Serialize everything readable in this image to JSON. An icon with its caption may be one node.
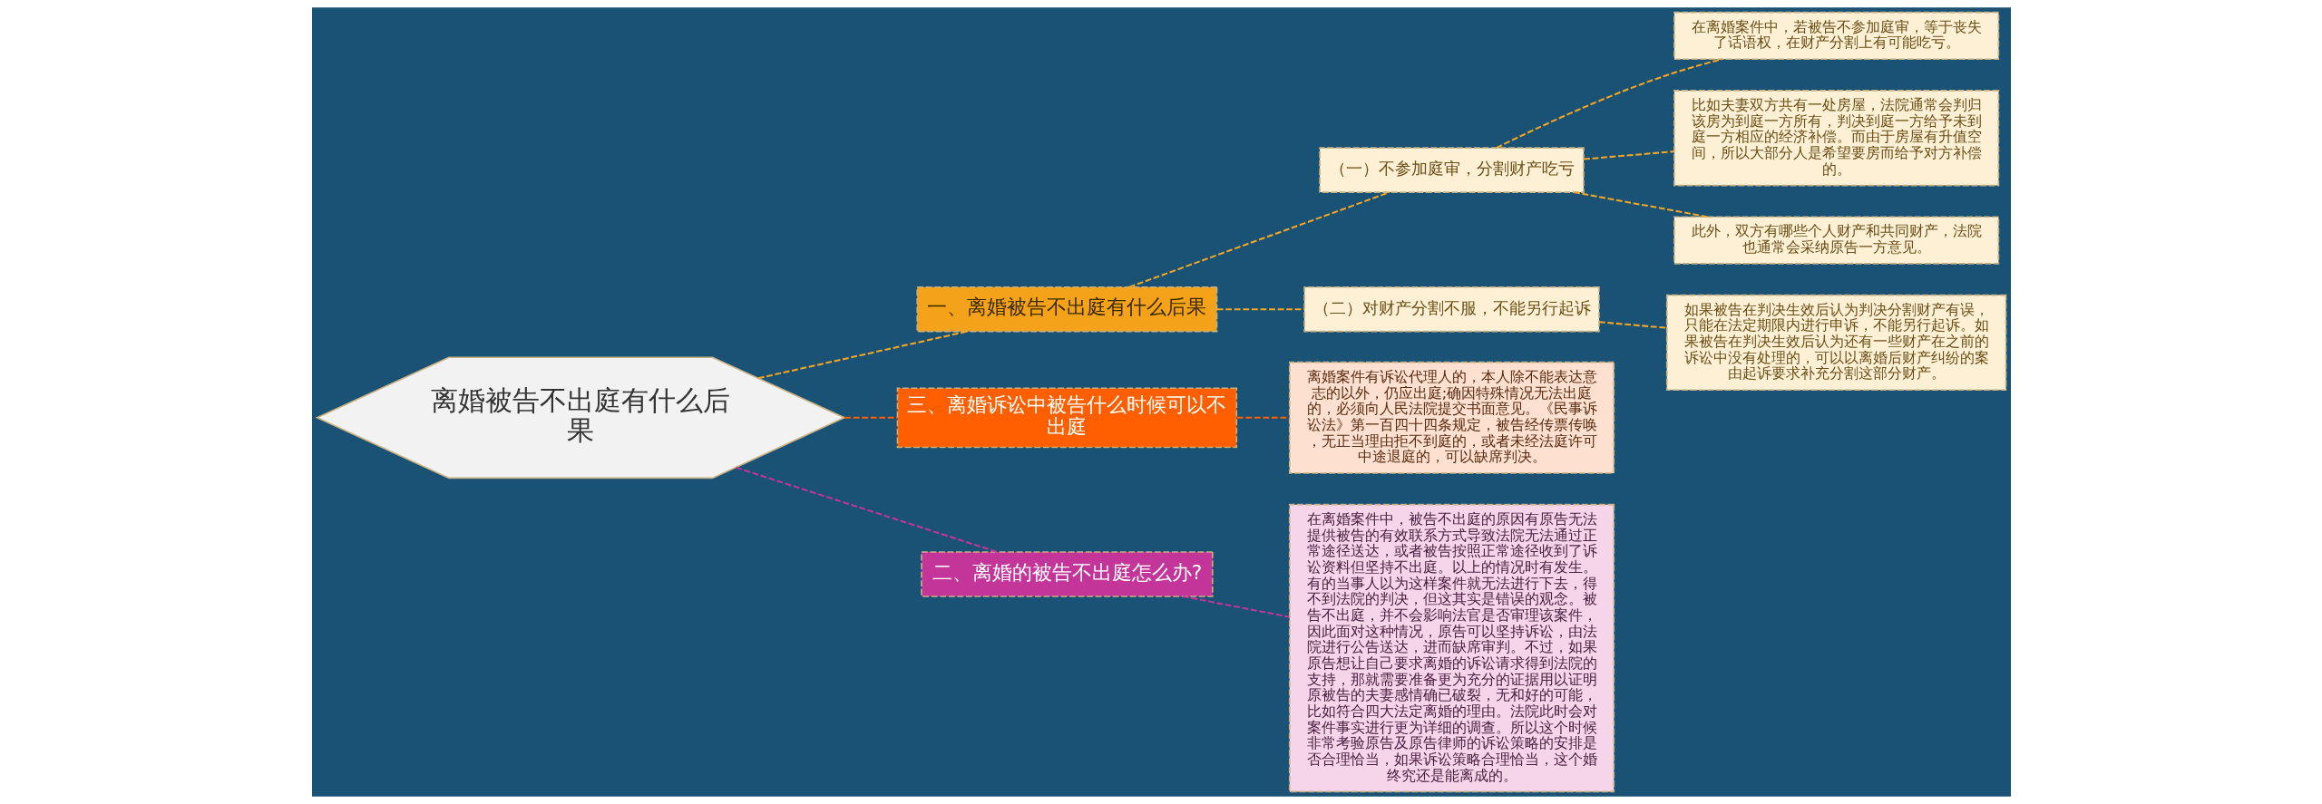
{
  "diagram": {
    "nodes": [
      {
        "text": [
          "离婚被告不出庭有什么后果"
        ]
      },
      {
        "text": [
          "一、离婚被告不出庭有什么后果"
        ]
      },
      {
        "text": [
          "（一）不参加庭审，分割财产吃亏"
        ]
      },
      {
        "text": [
          "在离婚案件中，若被告不参加庭审，等于丧失了话语权，在财产分割上有可能吃亏。"
        ]
      },
      {
        "text": [
          "比如夫妻双方共有一处房屋，法院通常会判归该房为到庭一方所有，判决到庭一方给予未到庭一方相应的经济补偿。而由于房屋有升值空间，所以大部分人是希望要房而给予对方补偿的。"
        ]
      },
      {
        "text": [
          "此外，双方有哪些个人财产和共同财产，法院也通常会采纳原告一方意见。"
        ]
      },
      {
        "text": [
          "（二）对财产分割不服，不能另行起诉"
        ]
      },
      {
        "text": [
          "如果被告在判决生效后认为判决分割财产有误，只能在法定期限内进行申诉，不能另行起诉。如果被告在判决生效后认为还有一些财产在之前的诉讼中没有处理的，可以以离婚后财产纠纷的案由起诉要求补充分割这部分财产。"
        ]
      },
      {
        "text": [
          "三、离婚诉讼中被告什么时候可以不出庭"
        ]
      },
      {
        "text": [
          "离婚案件有诉讼代理人的，本人除不能表达意志的以外，仍应出庭;确因特殊情况无法出庭的，必须向人民法院提交书面意见。《民事诉讼法》第一百四十四条规定，被告经传票传唤，无正当理由拒不到庭的，或者未经法庭许可中途退庭的，可以缺席判决。"
        ]
      },
      {
        "text": [
          "二、离婚的被告不出庭怎么办?"
        ]
      },
      {
        "text": [
          "在离婚案件中，被告不出庭的原因有原告无法提供被告的有效联系方式导致法院无法通过正常途径送达，或者被告按照正常途径收到了诉讼资料但坚持不出庭。以上的情况时有发生。有的当事人以为这样案件就无法进行下去，得不到法院的判决，但这其实是错误的观念。被告不出庭，并不会影响法官是否审理该案件，因此面对这种情况，原告可以坚持诉讼，由法院进行公告送达，进而缺席审判。不过，如果原告想让自己要求离婚的诉讼请求得到法院的支持，那就需要准备更为充分的证据用以证明原被告的夫妻感情确已破裂，无和好的可能，比如符合四大法定离婚的理由。法院此时会对案件事实进行更为详细的调查。所以这个时候非常考验原告及原告律师的诉讼策略的安排是否合理恰当，如果诉讼策略合理恰当，这个婚终究还是能离成的。"
        ]
      }
    ],
    "edges": [
      {
        "from": 0,
        "to": 1,
        "arrow": "none",
        "style": "dashed"
      },
      {
        "from": 1,
        "to": 2,
        "arrow": "none",
        "style": "dashed"
      },
      {
        "from": 2,
        "to": 3,
        "arrow": "none",
        "style": "dashed"
      },
      {
        "from": 2,
        "to": 4,
        "arrow": "none",
        "style": "dashed"
      },
      {
        "from": 2,
        "to": 5,
        "arrow": "none",
        "style": "dashed"
      },
      {
        "from": 1,
        "to": 6,
        "arrow": "none",
        "style": "dashed"
      },
      {
        "from": 6,
        "to": 7,
        "arrow": "none",
        "style": "dashed"
      },
      {
        "from": 0,
        "to": 8,
        "arrow": "none",
        "style": "dashed",
        "color": "#ff5f00"
      },
      {
        "from": 8,
        "to": 9,
        "arrow": "none",
        "style": "dashed",
        "color": "#ff5f00"
      },
      {
        "from": 0,
        "to": 10,
        "arrow": "none",
        "style": "dashed",
        "color": "#c4359a"
      },
      {
        "from": 10,
        "to": 11,
        "arrow": "none",
        "style": "dashed",
        "color": "#c4359a"
      }
    ]
  }
}
